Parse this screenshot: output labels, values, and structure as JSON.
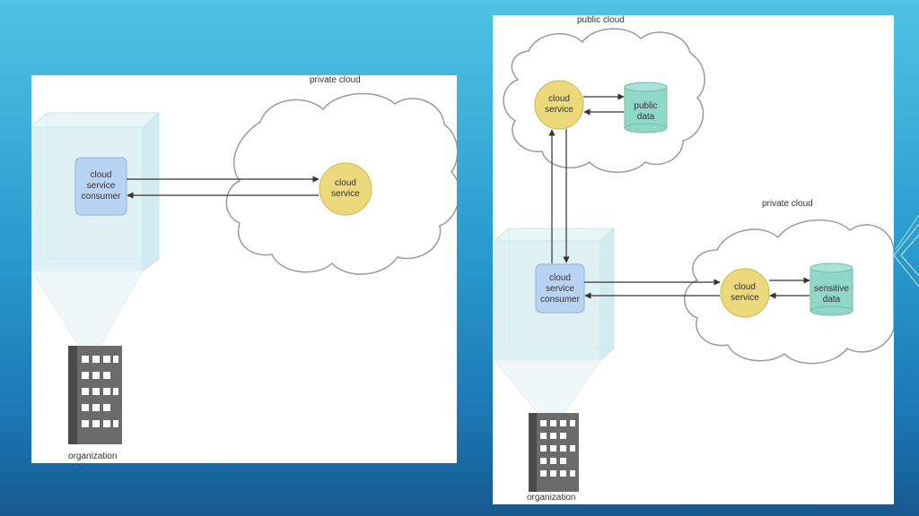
{
  "diagram_left": {
    "cloud_label": "private cloud",
    "consumer_lines": [
      "cloud",
      "service",
      "consumer"
    ],
    "service_lines": [
      "cloud",
      "service"
    ],
    "org_label": "organization"
  },
  "diagram_right": {
    "public_cloud_label": "public cloud",
    "private_cloud_label": "private cloud",
    "public_service_lines": [
      "cloud",
      "service"
    ],
    "public_data_lines": [
      "public",
      "data"
    ],
    "consumer_lines": [
      "cloud",
      "service",
      "consumer"
    ],
    "private_service_lines": [
      "cloud",
      "service"
    ],
    "sensitive_data_lines": [
      "sensitive",
      "data"
    ],
    "org_label": "organization"
  },
  "colors": {
    "consumer_fill": "#b9d3f2",
    "service_fill": "#ecd97c",
    "data_fill": "#8fd8c8",
    "building": "#6b6b6b"
  }
}
